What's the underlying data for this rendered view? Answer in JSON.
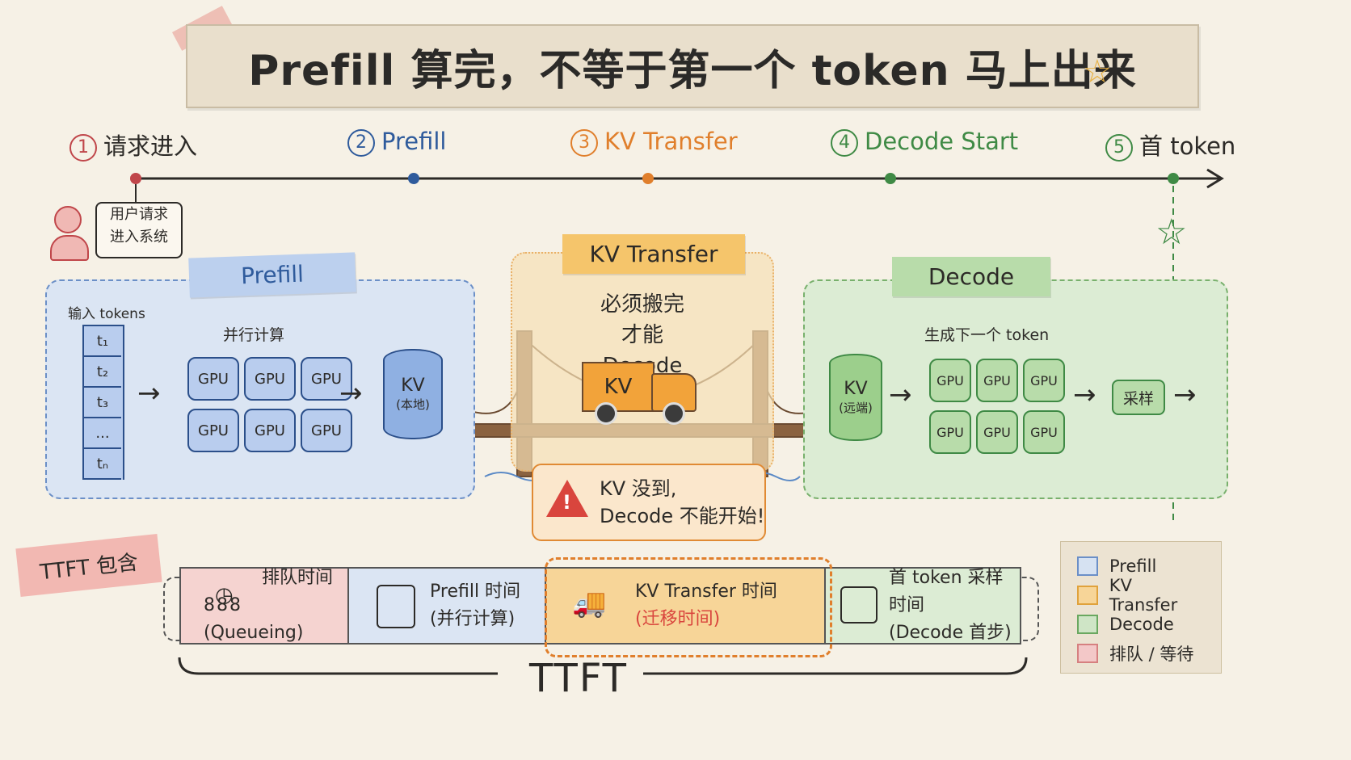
{
  "title": "Prefill 算完，不等于第一个 token 马上出来",
  "timeline": {
    "steps": [
      {
        "num": "1",
        "label": "请求进入",
        "color": "#c0464a"
      },
      {
        "num": "2",
        "label": "Prefill",
        "color": "#2f5b9c"
      },
      {
        "num": "3",
        "label": "KV Transfer",
        "color": "#e07f2c"
      },
      {
        "num": "4",
        "label": "Decode Start",
        "color": "#3f8a45"
      },
      {
        "num": "5",
        "label": "首 token",
        "color": "#3f8a45"
      }
    ],
    "user_bubble": {
      "line1": "用户请求",
      "line2": "进入系统"
    }
  },
  "prefill": {
    "tag": "Prefill",
    "input_label": "输入 tokens",
    "tokens": [
      "t₁",
      "t₂",
      "t₃",
      "...",
      "tₙ"
    ],
    "compute_label": "并行计算",
    "gpus": [
      "GPU",
      "GPU",
      "GPU",
      "GPU",
      "GPU",
      "GPU"
    ],
    "kv_label": "KV",
    "kv_sub": "(本地)"
  },
  "transfer": {
    "tag": "KV Transfer",
    "note_line1": "必须搬完",
    "note_line2": "才能 Decode",
    "truck_label": "KV",
    "warning_line1": "KV 没到,",
    "warning_line2": "Decode 不能开始!"
  },
  "decode": {
    "tag": "Decode",
    "gen_label": "生成下一个 token",
    "kv_label": "KV",
    "kv_sub": "(远端)",
    "gpus": [
      "GPU",
      "GPU",
      "GPU",
      "GPU",
      "GPU",
      "GPU"
    ],
    "sample_label": "采样"
  },
  "ttft": {
    "tag": "TTFT 包含",
    "segments": [
      {
        "line1": "排队时间",
        "line2": "(Queueing)",
        "icon": "clock-icon"
      },
      {
        "line1": "Prefill 时间",
        "line2": "(并行计算)",
        "icon": "gpu-grid-icon"
      },
      {
        "line1": "KV Transfer 时间",
        "line2": "(迁移时间)",
        "icon": "truck-icon"
      },
      {
        "line1": "首 token 采样时间",
        "line2": "(Decode 首步)",
        "icon": "dice-icon"
      }
    ],
    "queue_people": "888",
    "brace_label": "TTFT"
  },
  "legend": [
    {
      "label": "Prefill",
      "fill": "#d6e2f2",
      "stroke": "#6b8fc7"
    },
    {
      "label": "KV Transfer",
      "fill": "#f7d598",
      "stroke": "#e0a23c"
    },
    {
      "label": "Decode",
      "fill": "#cfe5c6",
      "stroke": "#6aa860"
    },
    {
      "label": "排队 / 等待",
      "fill": "#f3c8c8",
      "stroke": "#d68080"
    }
  ],
  "colors": {
    "prefill_fill": "#dbe5f3",
    "prefill_stroke": "#6b8fc7",
    "transfer_fill": "#f7dfb5",
    "transfer_stroke": "#e08a34",
    "decode_fill": "#dcecd4",
    "decode_stroke": "#78b06c",
    "queue_fill": "#f5d3d0",
    "warning": "#d9453d"
  }
}
